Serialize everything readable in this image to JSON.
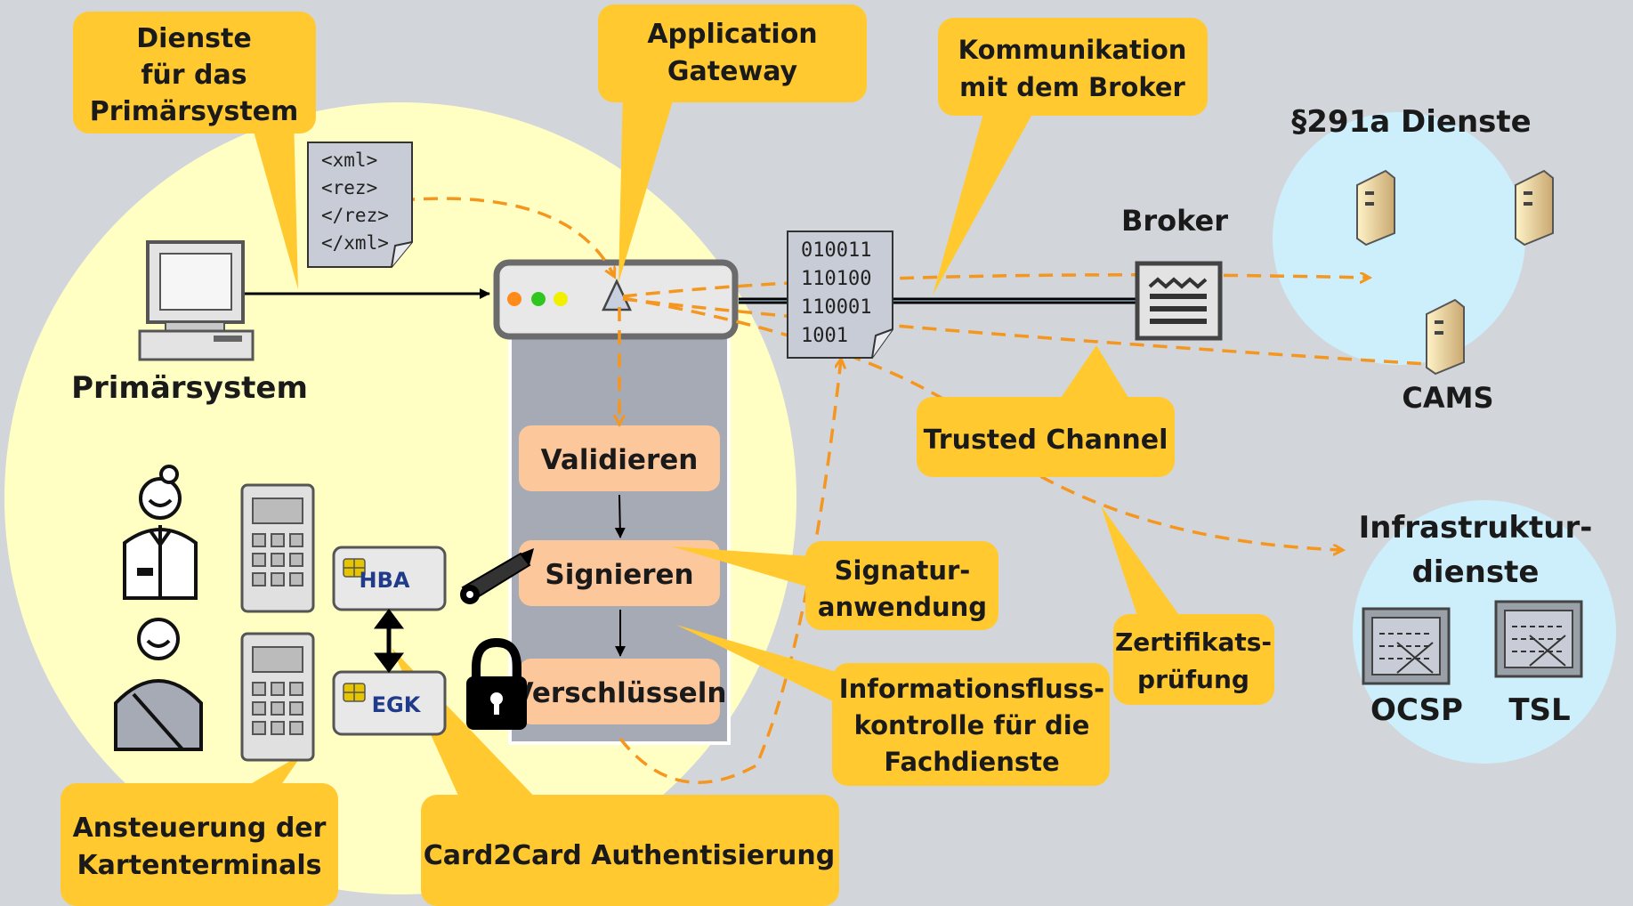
{
  "callouts": {
    "dienste": [
      "Dienste",
      "für das",
      "Primärsystem"
    ],
    "gateway": [
      "Application",
      "Gateway"
    ],
    "broker_comm": [
      "Kommunikation",
      "mit dem Broker"
    ],
    "trusted": "Trusted Channel",
    "signatur": [
      "Signatur-",
      "anwendung"
    ],
    "info": [
      "Informationsfluss-",
      "kontrolle für die",
      "Fachdienste"
    ],
    "zert": [
      "Zertifikats-",
      "prüfung"
    ],
    "ansteuerung": [
      "Ansteuerung der",
      "Kartenterminals"
    ],
    "card2card": "Card2Card Authentisierung"
  },
  "labels": {
    "primaersystem": "Primärsystem",
    "broker": "Broker",
    "dienste291a": "§291a Dienste",
    "cams": "CAMS",
    "infra": [
      "Infrastruktur-",
      "dienste"
    ],
    "ocsp": "OCSP",
    "tsl": "TSL",
    "hba": "HBA",
    "egk": "EGK"
  },
  "steps": [
    "Validieren",
    "Signieren",
    "Verschlüsseln"
  ],
  "xml_doc": [
    "<xml>",
    "<rez>",
    "</rez>",
    "</xml>"
  ],
  "binary_doc": [
    "010011",
    "110100",
    "110001",
    "1001"
  ],
  "colors": {
    "background": "#d2d6db",
    "connector_circle": "#ffffc4",
    "callout": "#ffc92f",
    "step_box": "#fbc79b",
    "service_circle": "#cdeefb",
    "dashed_arrow": "#f5961e"
  }
}
